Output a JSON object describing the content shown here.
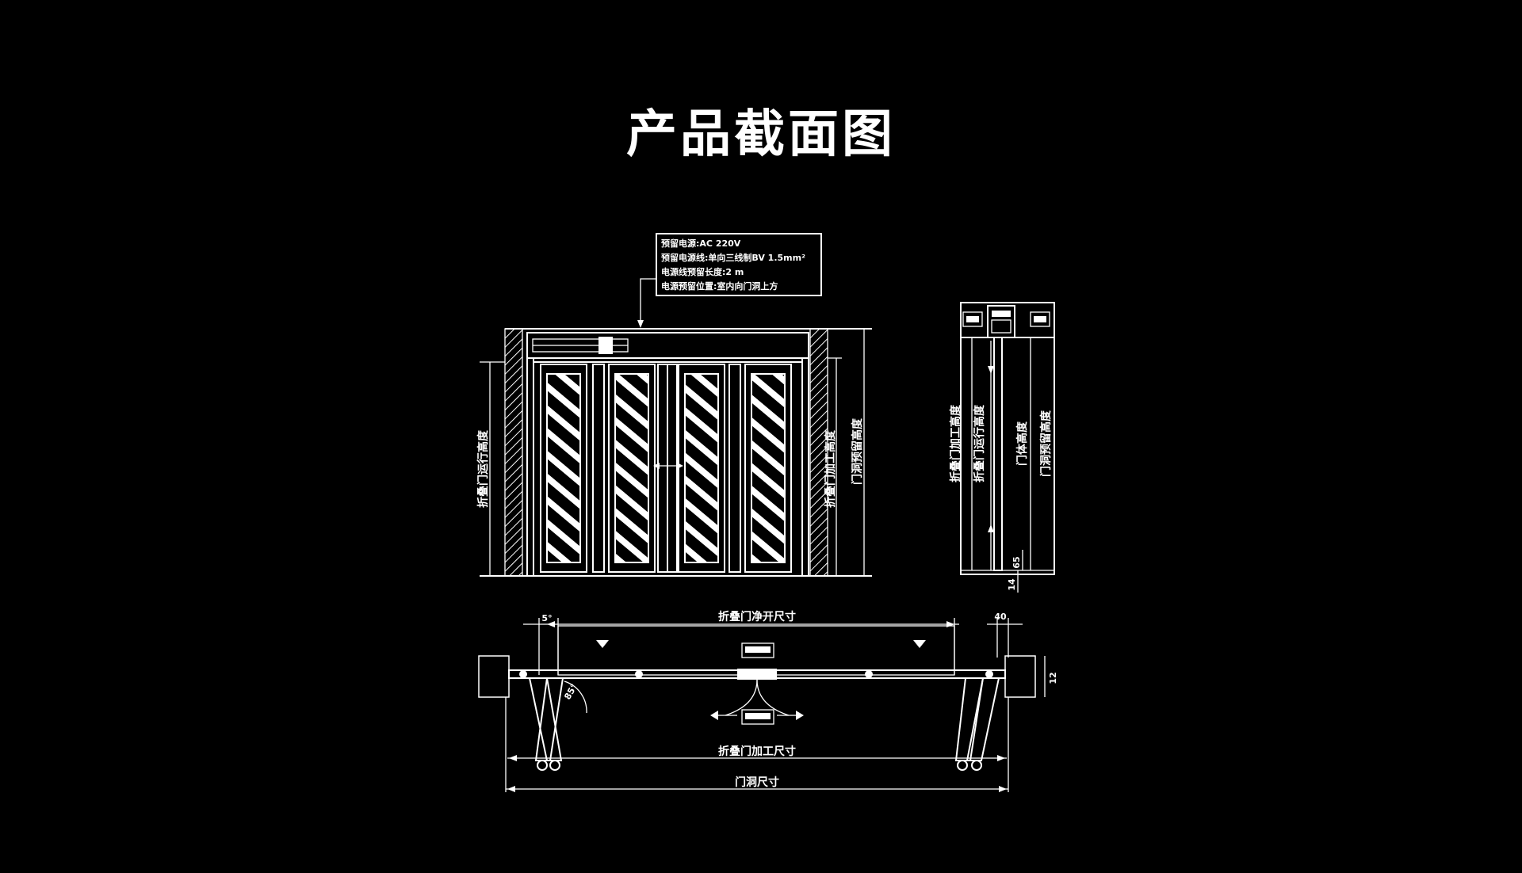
{
  "title": "产品截面图",
  "spec_box": {
    "lines": [
      "预留电源:AC 220V",
      "预留电源线:单向三线制BV 1.5mm²",
      "电源线预留长度:2 m",
      "电源预留位置:室内向门洞上方"
    ]
  },
  "front_view": {
    "left_label": "折叠门运行高度",
    "right_label_1": "折叠门加工高度",
    "right_label_2": "门洞预留高度"
  },
  "side_view": {
    "label_1": "折叠门加工高度",
    "label_2": "折叠门运行高度",
    "label_3": "门体高度",
    "label_4": "门洞预留高度",
    "dim_bottom": "14",
    "dim_small": "65"
  },
  "plan_view": {
    "angle_top": "5°",
    "angle_arc": "85°",
    "clear_open_label": "折叠门净开尺寸",
    "dim_40": "40",
    "dim_12": "12",
    "process_label": "折叠门加工尺寸",
    "opening_label": "门洞尺寸"
  }
}
